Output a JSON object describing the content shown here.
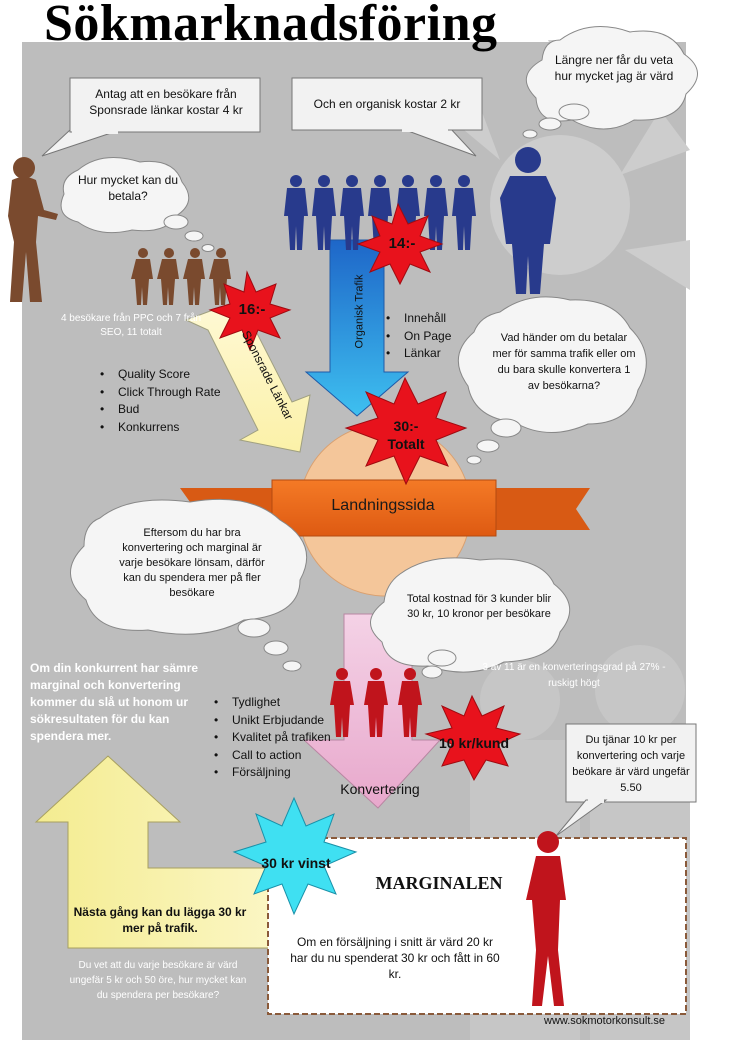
{
  "title": "Sökmarknadsföring",
  "callouts": {
    "ppc_cost": "Antag att en besökare från Sponsrade länkar kostar 4 kr",
    "organic_cost": "Och en organisk kostar 2 kr",
    "value_later": "Längre ner får du veta hur mycket jag är värd",
    "how_much_pay": "Hur mycket kan du betala?",
    "pay_more": "Vad händer om du betalar mer för samma trafik eller om du bara skulle konvertera 1 av besökarna?",
    "good_conversion": "Eftersom du har bra konvertering och marginal är varje besökare lönsam, därför kan du spendera mer på fler besökare",
    "total_cost": "Total kostnad för 3 kunder blir 30 kr, 10 kronor per besökare",
    "earn_per_conversion": "Du tjänar 10 kr per konvertering och varje beökare är värd ungefär 5.50"
  },
  "visitors_note": "4 besökare från PPC och 7 från SEO, 11 totalt",
  "conversion_note": "3 av 11 är en konverteringsgrad på 27% - ruskigt högt",
  "competitor_note": "Om din konkurrent har sämre marginal och konvertering kommer du slå ut honom ur sökresultaten för du kan spendera mer.",
  "visitor_value_question": "Du vet att du varje besökare är värd ungefär 5 kr och 50 öre, hur mycket kan du spendera per besökare?",
  "next_time": "Nästa gång kan du lägga 30 kr mer på trafik.",
  "bursts": {
    "ppc": "16:-",
    "organic": "14:-",
    "total_amount": "30:-",
    "total_label": "Totalt",
    "per_conversion": "10 kr/kund",
    "profit": "30 kr vinst"
  },
  "arrows": {
    "sponsored": "Sponsrade Länkar",
    "organic": "Organisk Trafik",
    "conversion": "Konvertering"
  },
  "banner": "Landningssida",
  "lists": {
    "ppc_factors": [
      "Quality Score",
      "Click Through Rate",
      "Bud",
      "Konkurrens"
    ],
    "seo_factors": [
      "Innehåll",
      "On Page",
      "Länkar"
    ],
    "conversion_factors": [
      "Tydlighet",
      "Unikt Erbjudande",
      "Kvalitet på trafiken",
      "Call to action",
      "Försäljning"
    ]
  },
  "margin": {
    "heading": "MARGINALEN",
    "text": "Om en försäljning i snitt är värd 20 kr har du nu spenderat 30 kr och fått in 60 kr."
  },
  "website": "www.sokmotorkonsult.se",
  "colors": {
    "panel": "#bdbdbd",
    "organic_people": "#283a8c",
    "ppc_people": "#7a4a2e",
    "converted_people": "#c0141c",
    "burst_red": "#e8121c",
    "burst_cyan": "#3fe0f2",
    "banner_orange": "#ec6a1c",
    "sun_peach": "#f4c69a"
  }
}
